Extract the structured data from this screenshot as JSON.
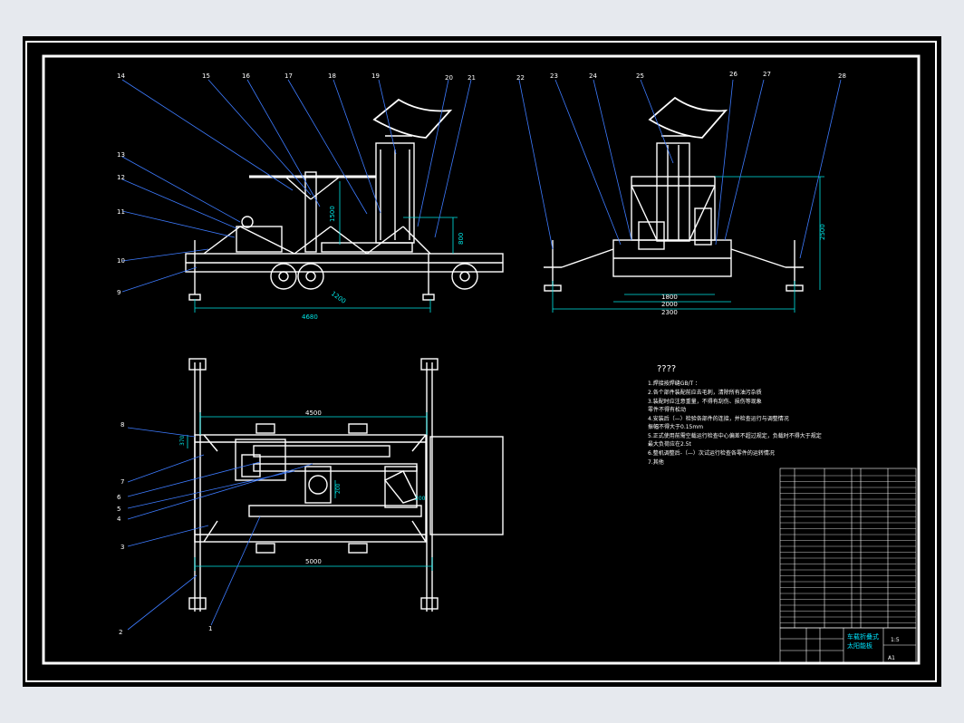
{
  "title": "",
  "dimensions": {
    "side_total_length": "4680",
    "side_height_mast": "1500",
    "side_height_small": "800",
    "side_diag": "1200",
    "rear_height": "2500",
    "rear_w1": "1800",
    "rear_w2": "2000",
    "rear_w3": "2300",
    "top_upper": "4500",
    "top_lower": "5000",
    "top_small_a": "370",
    "top_small_b": "200",
    "top_small_c": "200"
  },
  "part_numbers_side": [
    "14",
    "15",
    "16",
    "17",
    "18",
    "19",
    "20",
    "21"
  ],
  "part_numbers_side_left": [
    "13",
    "12",
    "11",
    "10",
    "9"
  ],
  "part_numbers_rear": [
    "22",
    "23",
    "24",
    "25",
    "26",
    "27",
    "28"
  ],
  "part_numbers_top_left": [
    "8",
    "7",
    "6",
    "5",
    "4",
    "3",
    "2",
    "1"
  ],
  "notes": {
    "heading": "????",
    "lines": [
      "1.焊接按焊缝GB/T ：",
      "2.各个部件装配前应去毛刺，清除所有油污杂质",
      "3.装配时应注意重量，不得有刮伤、损伤等现象",
      "  零件不得有松动",
      "4.安装后（—）检验各部件的连接，并检查运行与调整情况",
      "  振幅不得大于0.15mm",
      "5.正式使用前需空载运行检查中心偏差不超过规定，负载时不得大于规定",
      "  最大负荷应在2.5t",
      "6.整机调整后-（—）次试运行检查各零件的运转情况",
      "7.其他"
    ]
  },
  "title_block": {
    "name_line1": "车载折叠式",
    "name_line2": "太阳能板",
    "drawing_no": "A1",
    "scale": "1:5"
  },
  "colors": {
    "background": "#000000",
    "frame": "#ffffff",
    "leader": "#3d7bff",
    "dimension": "#00e5e5",
    "accent": "#00e5ff"
  }
}
